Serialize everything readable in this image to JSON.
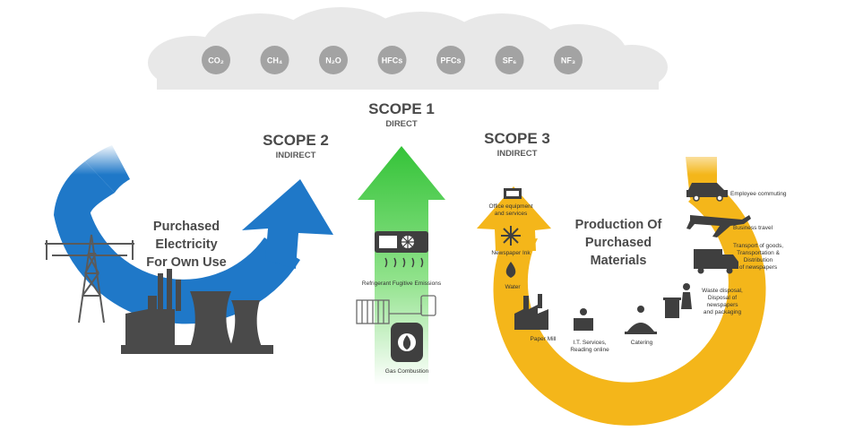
{
  "gases": [
    "CO₂",
    "CH₄",
    "N₂O",
    "HFCs",
    "PFCs",
    "SF₆",
    "NF₃"
  ],
  "scope1": {
    "title": "SCOPE 1",
    "subtitle": "DIRECT"
  },
  "scope2": {
    "title": "SCOPE 2",
    "subtitle": "INDIRECT"
  },
  "scope3": {
    "title": "SCOPE 3",
    "subtitle": "INDIRECT"
  },
  "scope2_label": [
    "Purchased",
    "Electricity",
    "For Own Use"
  ],
  "scope3_label": [
    "Production Of",
    "Purchased",
    "Materials"
  ],
  "scope1_items": {
    "refrigerant": "Refrigerant Fugitive Emissions",
    "gas": "Gas Combustion"
  },
  "scope3_items": {
    "office": [
      "Office equipment",
      "and services"
    ],
    "ink": "Newspaper Ink",
    "water": "Water",
    "paper": "Paper Mill",
    "it": [
      "I.T. Services,",
      "Reading online"
    ],
    "catering": "Catering",
    "commuting": "Employee commuting",
    "travel": "Business travel",
    "transport": [
      "Transport of goods,",
      "Transportation &",
      "Distribution",
      "of newspapers"
    ],
    "waste": [
      "Waste disposal,",
      "Disposal of",
      "newspapers",
      "and packaging"
    ]
  },
  "colors": {
    "scope1": "#39c63c",
    "scope2": "#1f78c8",
    "scope3": "#f4b61a",
    "cloud": "#e6e6e6",
    "gas_circle": "#a3a3a3"
  }
}
